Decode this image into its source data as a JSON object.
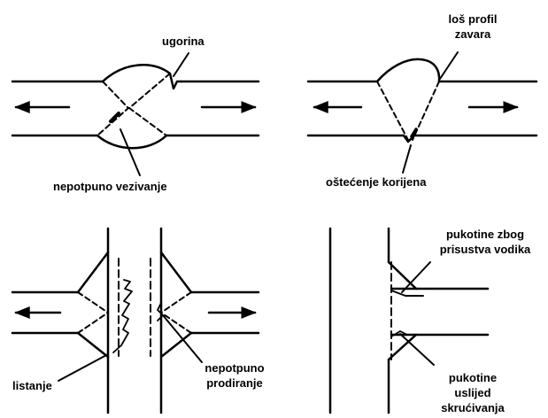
{
  "labels": {
    "ugorina": "ugorina",
    "los_profil_1": "loš profil",
    "los_profil_2": "zavara",
    "nepotpuno_vezivanje": "nepotpuno vezivanje",
    "ostecenje_korijena": "oštećenje korijena",
    "vodik_1": "pukotine zbog",
    "vodik_2": "prisustva vodika",
    "listanje": "listanje",
    "prodiranje_1": "nepotpuno",
    "prodiranje_2": "prodiranje",
    "skrucivanje_1": "pukotine",
    "skrucivanje_2": "uslijed",
    "skrucivanje_3": "skrućivanja"
  },
  "colors": {
    "line": "#000000",
    "background": "#ffffff"
  }
}
